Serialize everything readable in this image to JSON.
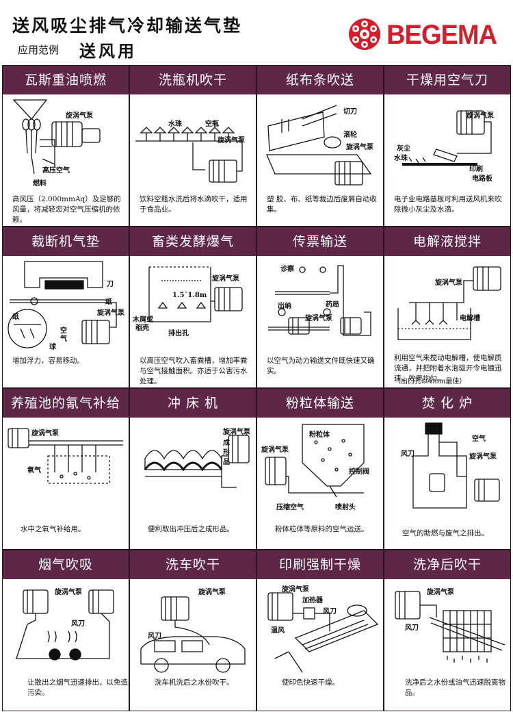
{
  "header": {
    "title": "送风吸尘排气冷却输送气垫",
    "subtitle_label": "应用范例",
    "subtitle_value": "送风用",
    "brand": "BEGEMA",
    "brand_color": "#d41f2b",
    "panel_color": "#5e2748"
  },
  "cells": [
    {
      "title": "瓦斯重油喷燃",
      "caption": "高风压（2.000mmAq）及足够的风量，将减轻您对空气压缩机的依赖。",
      "labels": [
        "旋涡气泵",
        "高压空气",
        "燃料"
      ]
    },
    {
      "title": "洗瓶机吹干",
      "caption": "饮料空瓶水洗后将水滴吹干，适用于食品业。",
      "labels": [
        "水珠",
        "空瓶",
        "旋涡气泵"
      ]
    },
    {
      "title": "纸布条吹送",
      "caption": "塑 胶、布、纸等裁边后废屑自动收集。",
      "labels": [
        "切刀",
        "滚轮",
        "旋涡气泵"
      ]
    },
    {
      "title": "干燥用空气刀",
      "caption": "电子业电路基板可利用送风机来吹除微小灰尘及水滴。",
      "labels": [
        "旋涡气泵",
        "灰尘",
        "水珠",
        "印刷",
        "电路板"
      ]
    },
    {
      "title": "裁断机气垫",
      "caption": "增加浮力，容易移动。",
      "labels": [
        "刀",
        "纸",
        "旋涡气泵",
        "纸",
        "空",
        "气",
        "球"
      ]
    },
    {
      "title": "畜类发酵爆气",
      "caption": "以高压空气吹入畜粪槽，增加率粪与空气接触面积。亦适于公害污水处理。",
      "labels": [
        "旋涡气泵",
        "1.5˜1.8m",
        "木屑或",
        "稻壳",
        "排出孔"
      ]
    },
    {
      "title": "传票输送",
      "caption": "以空气为动力输送文件既快速又确实。",
      "labels": [
        "诊察",
        "出纳",
        "药局",
        "旋涡气泵"
      ]
    },
    {
      "title": "电解液搅拌",
      "caption": "利用空气来搅动电解槽，使电解质流通，并把附着水泡驱开令电镀迅速，效果均匀。",
      "caption2": "（出口孔以4mm最佳）",
      "labels": [
        "旋涡气泵",
        "电解槽"
      ]
    },
    {
      "title": "养殖池的氰气补给",
      "caption": "水中之氧气补给用。",
      "labels": [
        "旋涡气泵",
        "氧气"
      ]
    },
    {
      "title": "冲 床 机",
      "caption": "便利取出冲压后之成形品。",
      "labels": [
        "旋涡气泵",
        "成",
        "形",
        "品"
      ]
    },
    {
      "title": "粉粒体输送",
      "caption": "粉体粒体等原料的空气运送。",
      "labels": [
        "粉粒体",
        "旋涡气泵",
        "控制阀",
        "压缩空气",
        "喷射头"
      ]
    },
    {
      "title": "焚 化 炉",
      "caption": "空气的助燃与废气之排出。",
      "labels": [
        "空气",
        "风刀",
        "旋涡气泵"
      ]
    },
    {
      "title": "烟气吹吸",
      "caption": "让散出之烟气迅速排出，以免造成污染。",
      "labels": [
        "旋涡气泵",
        "风刀"
      ]
    },
    {
      "title": "洗车吹干",
      "caption": "洗车机洗后之水份吹干。",
      "labels": [
        "旋涡气泵",
        "风刀"
      ]
    },
    {
      "title": "印刷强制干燥",
      "caption": "使印色快速干燥。",
      "labels": [
        "旋涡气泵",
        "加热器",
        "风刀",
        "温风"
      ]
    },
    {
      "title": "洗净后吹干",
      "caption": "洗净后之水份或油气迅速脱离物品。",
      "labels": [
        "旋涡气泵",
        "风刀"
      ]
    }
  ]
}
